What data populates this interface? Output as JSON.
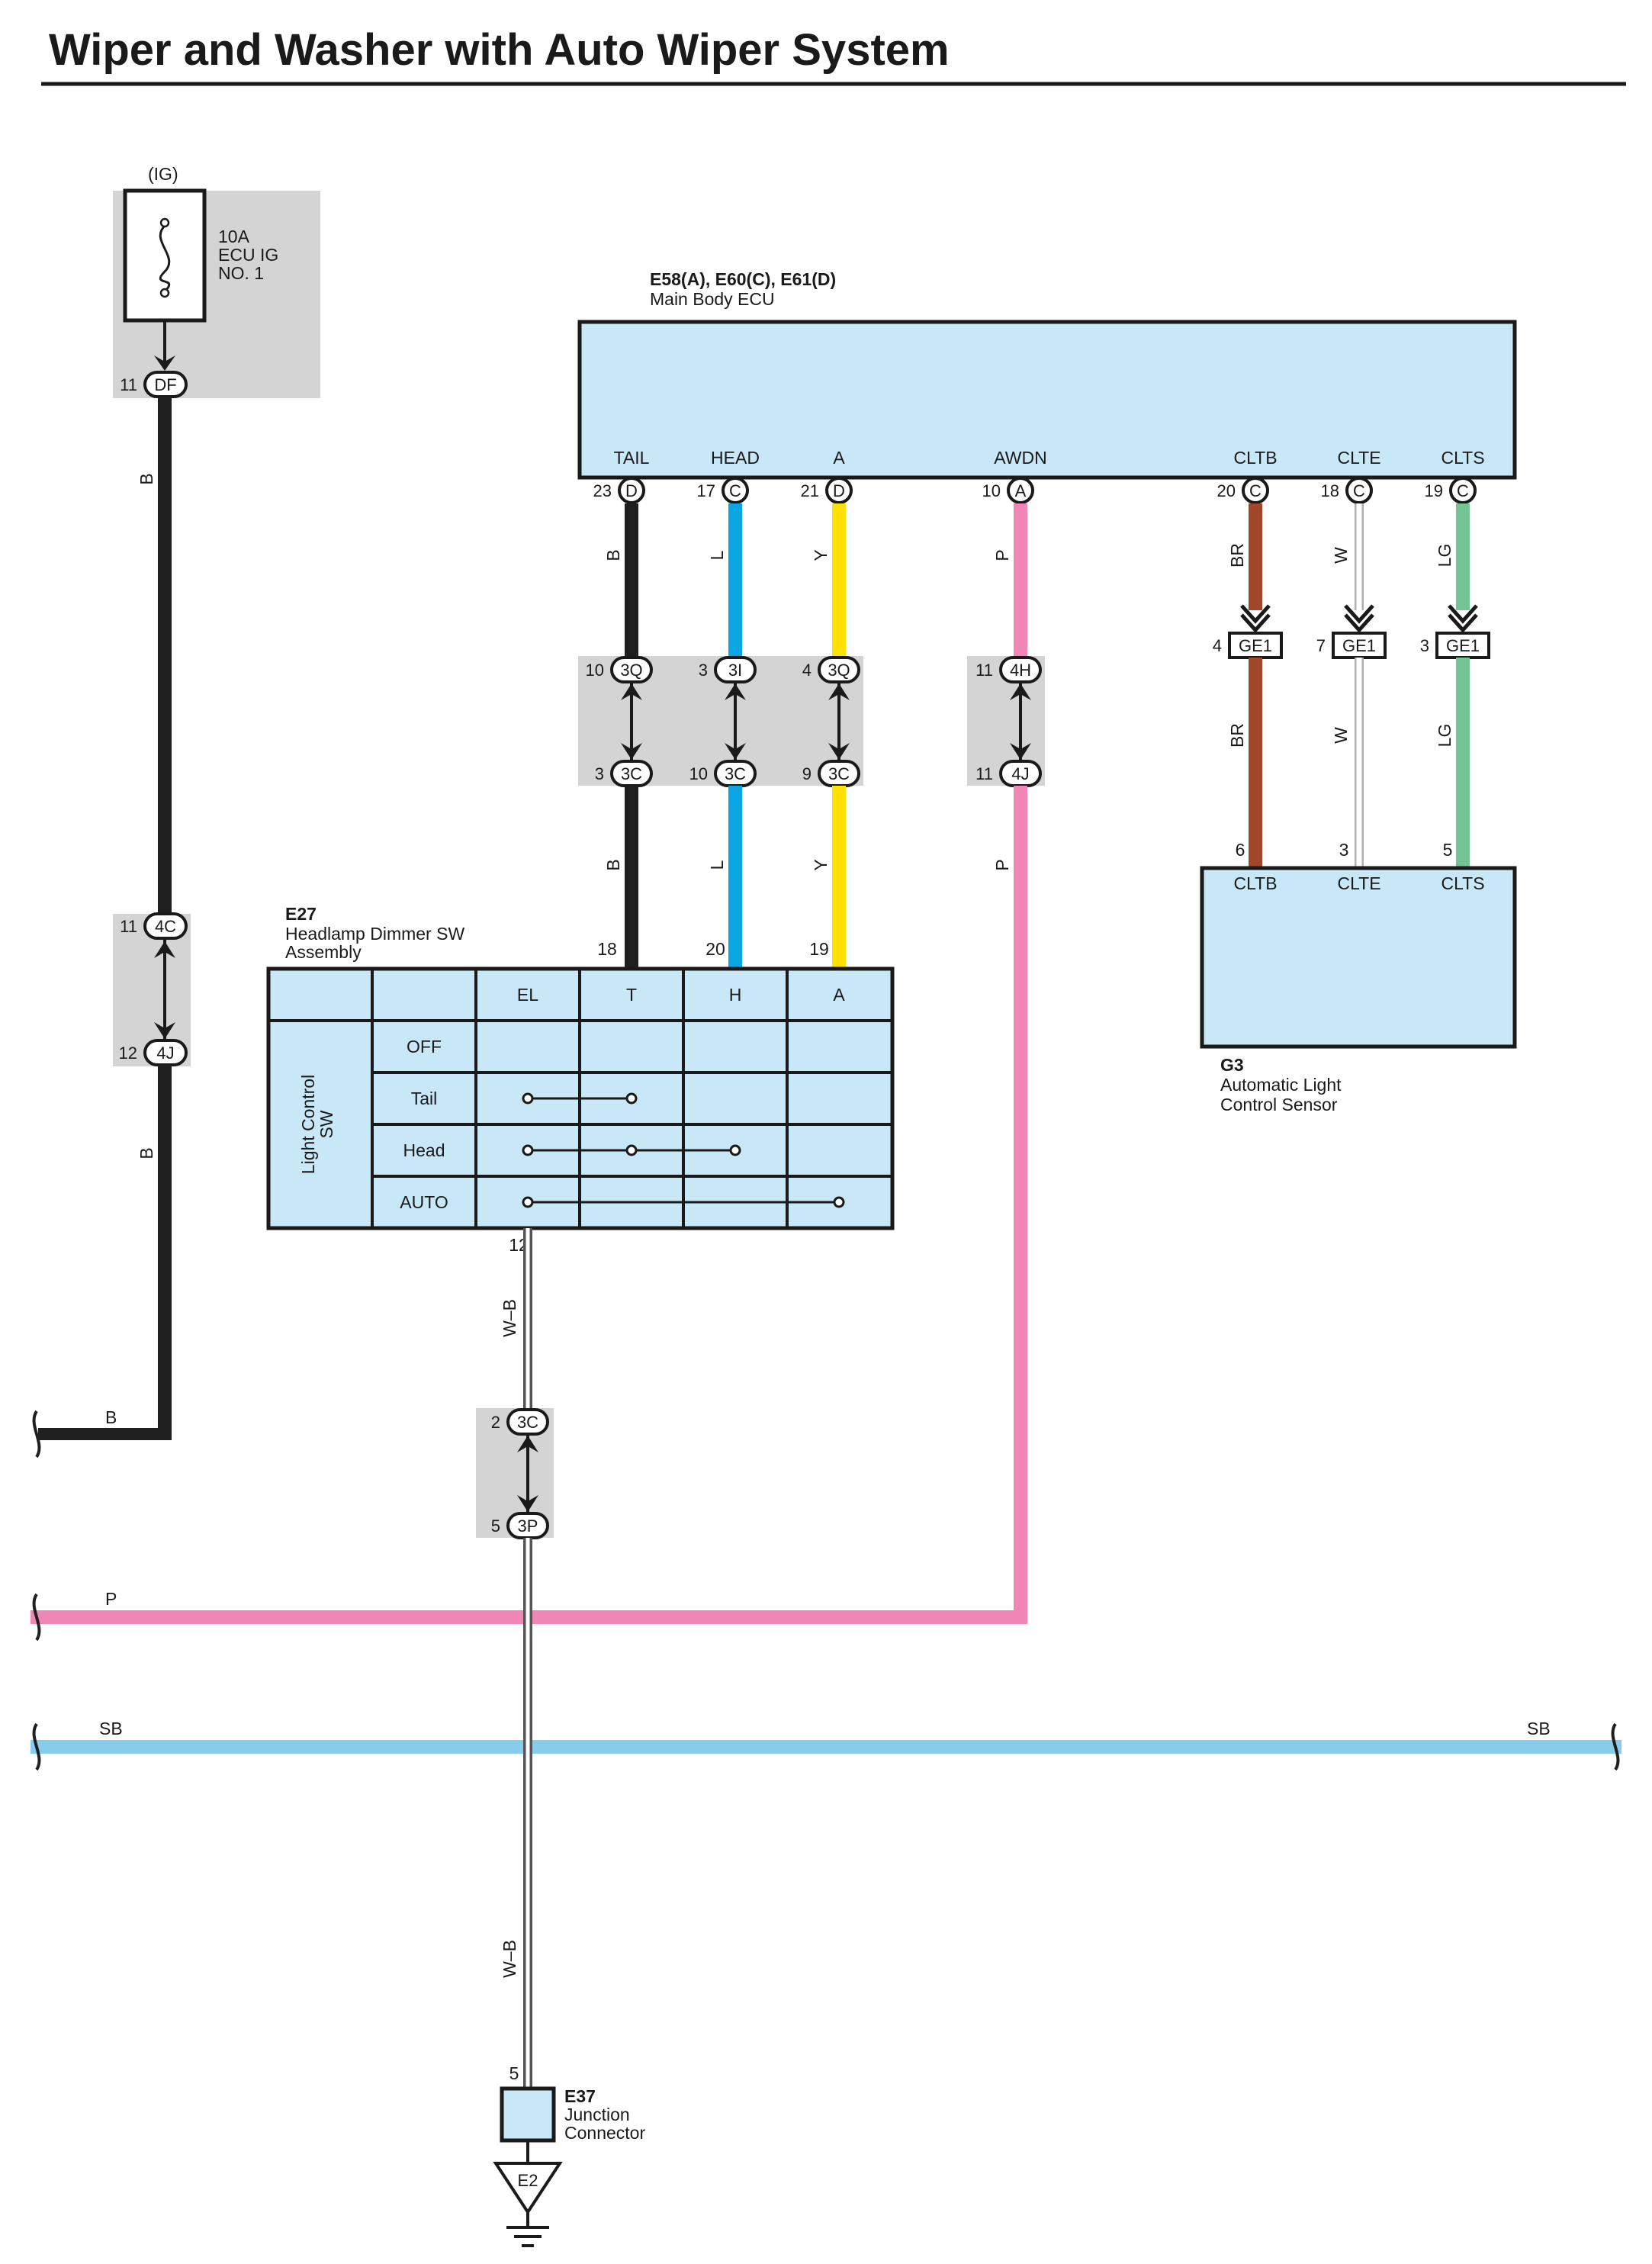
{
  "title": "Wiper and Washer with Auto Wiper System",
  "colors": {
    "black_wire": "#1f1f1f",
    "blue_wire": "#0aa6e4",
    "yellow_wire": "#ffe000",
    "pink_wire": "#ef86b5",
    "brown_wire": "#a0472a",
    "green_wire": "#74c394",
    "skyblue_wire": "#87ccea",
    "component_fill": "#c8e8f8",
    "connector_shade": "#d4d4d4"
  },
  "fuse": {
    "ig": "(IG)",
    "line1": "10A",
    "line2": "ECU IG",
    "line3": "NO. 1",
    "pin": "11",
    "conn": "DF",
    "wire": "B"
  },
  "main_ecu": {
    "code": "E58(A), E60(C), E61(D)",
    "name": "Main Body ECU",
    "terminals": [
      {
        "label": "TAIL",
        "pin": "23",
        "conn": "D",
        "wire": "B"
      },
      {
        "label": "HEAD",
        "pin": "17",
        "conn": "C",
        "wire": "L"
      },
      {
        "label": "A",
        "pin": "21",
        "conn": "D",
        "wire": "Y"
      },
      {
        "label": "AWDN",
        "pin": "10",
        "conn": "A",
        "wire": "P"
      },
      {
        "label": "CLTB",
        "pin": "20",
        "conn": "C",
        "wire": "BR"
      },
      {
        "label": "CLTE",
        "pin": "18",
        "conn": "C",
        "wire": "W"
      },
      {
        "label": "CLTS",
        "pin": "19",
        "conn": "C",
        "wire": "LG"
      }
    ]
  },
  "junctions_upper": [
    {
      "pin": "10",
      "conn": "3Q"
    },
    {
      "pin": "3",
      "conn": "3I"
    },
    {
      "pin": "4",
      "conn": "3Q"
    },
    {
      "pin": "11",
      "conn": "4H"
    }
  ],
  "junctions_lower": [
    {
      "pin": "3",
      "conn": "3C"
    },
    {
      "pin": "10",
      "conn": "3C"
    },
    {
      "pin": "9",
      "conn": "3C"
    },
    {
      "pin": "11",
      "conn": "4J"
    }
  ],
  "ge1": [
    {
      "pin": "4",
      "conn": "GE1"
    },
    {
      "pin": "7",
      "conn": "GE1"
    },
    {
      "pin": "3",
      "conn": "GE1"
    }
  ],
  "sensor": {
    "code": "G3",
    "line1": "Automatic Light",
    "line2": "Control Sensor",
    "pins": [
      {
        "label": "CLTB",
        "pin": "6"
      },
      {
        "label": "CLTE",
        "pin": "3"
      },
      {
        "label": "CLTS",
        "pin": "5"
      }
    ]
  },
  "left_junction": {
    "top_pin": "11",
    "top_conn": "4C",
    "bottom_pin": "12",
    "bottom_conn": "4J"
  },
  "dimmer": {
    "code": "E27",
    "line1": "Headlamp Dimmer SW",
    "line2": "Assembly",
    "pins": {
      "t": "18",
      "h": "20",
      "a": "19",
      "bottom": "12"
    },
    "columns": [
      "EL",
      "T",
      "H",
      "A"
    ],
    "side_label_1": "Light Control",
    "side_label_2": "SW",
    "rows": [
      "OFF",
      "Tail",
      "Head",
      "AUTO"
    ]
  },
  "ground_path": {
    "wire": "W–B",
    "top_pin": "2",
    "top_conn": "3C",
    "bottom_pin": "5",
    "bottom_conn": "3P"
  },
  "bus": {
    "b_label": "B",
    "p_label": "P",
    "sb_label": "SB"
  },
  "junction_connector": {
    "code": "E37",
    "line1": "Junction",
    "line2": "Connector",
    "pin": "5",
    "ground": "E2"
  }
}
